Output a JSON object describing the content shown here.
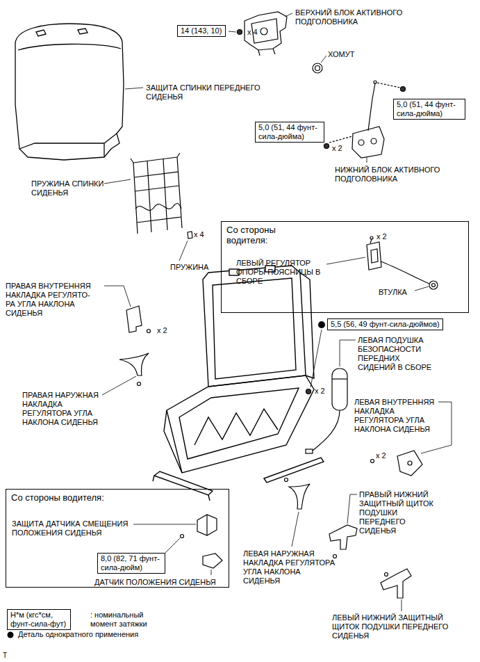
{
  "diagram": {
    "nodes": [
      {
        "text": [
          "14 (143, 10)"
        ]
      },
      {
        "text": [
          "5,0 (51, 44 фунт- сила-дюйма)"
        ]
      },
      {
        "text": [
          "5,0 (51, 44 фунт- сила-дюйма)"
        ]
      },
      {
        "text": [
          "Со стороны водителя:"
        ]
      },
      {
        "text": [
          "5,5 (56, 49 фунт-сила-дюймов)"
        ]
      },
      {
        "text": [
          "Со стороны водителя:"
        ]
      },
      {
        "text": [
          "8,0 (82, 71 фунт- сила-дюйм)"
        ],
        "in": 5
      },
      {
        "text": [
          "Н*м (кгс*см, фунт-сила-фут)"
        ]
      }
    ],
    "labels": [
      "ВЕРХНИЙ БЛОК АКТИВНОГО ПОДГОЛОВНИКА",
      "x 4",
      "ХОМУТ",
      "ЗАЩИТА СПИНКИ ПЕРЕДНЕГО СИДЕНЬЯ",
      "x 2",
      "НИЖНИЙ БЛОК АКТИВНОГО ПОДГОЛОВНИКА",
      "ПРУЖИНА СПИНКИ СИДЕНЬЯ",
      "x 4",
      "ПРУЖИНА",
      "x 2",
      "ЛЕВЫЙ РЕГУЛЯТОР ОПОРЫ ПОЯСНИЦЫ В СБОРЕ",
      "ВТУЛКА",
      "ПРАВАЯ ВНУТРЕННЯЯ НАКЛАДКА РЕГУЛЯТО- РА УГЛА НАКЛОНА СИДЕНЬЯ",
      "x 2",
      "ЛЕВАЯ ПОДУШКА БЕЗОПАСНОСТИ ПЕРЕДНИХ СИДЕНИЙ В СБОРЕ",
      "x 2",
      "ПРАВАЯ НАРУЖНАЯ НАКЛАДКА РЕГУЛЯТОРА УГЛА НАКЛОНА СИДЕНЬЯ",
      "ЛЕВАЯ ВНУТРЕННЯЯ НАКЛАДКА РЕГУЛЯТОРА УГЛА НАКЛОНА СИДЕНЬЯ",
      "x 2",
      "ЗАЩИТА ДАТЧИКА СМЕЩЕНИЯ ПОЛОЖЕНИЯ СИДЕНЬЯ",
      "ДАТЧИК ПОЛОЖЕНИЯ СИДЕНЬЯ",
      "ЛЕВАЯ НАРУЖНАЯ НАКЛАДКА РЕГУЛЯТОРА УГЛА НАКЛОНА СИДЕНЬЯ",
      "ПРАВЫЙ НИЖНИЙ ЗАЩИТНЫЙ ЩИТОК ПОДУШКИ ПЕРЕДНЕГО СИДЕНЬЯ",
      "ЛЕВЫЙ НИЖНИЙ ЗАЩИТНЫЙ ЩИТОК ПОДУШКИ ПЕРЕДНЕГО СИДЕНЬЯ",
      "T"
    ],
    "legend": [
      {
        "text": ": номинальный момент затяжки"
      },
      {
        "text": "Деталь однократного применения"
      }
    ]
  }
}
